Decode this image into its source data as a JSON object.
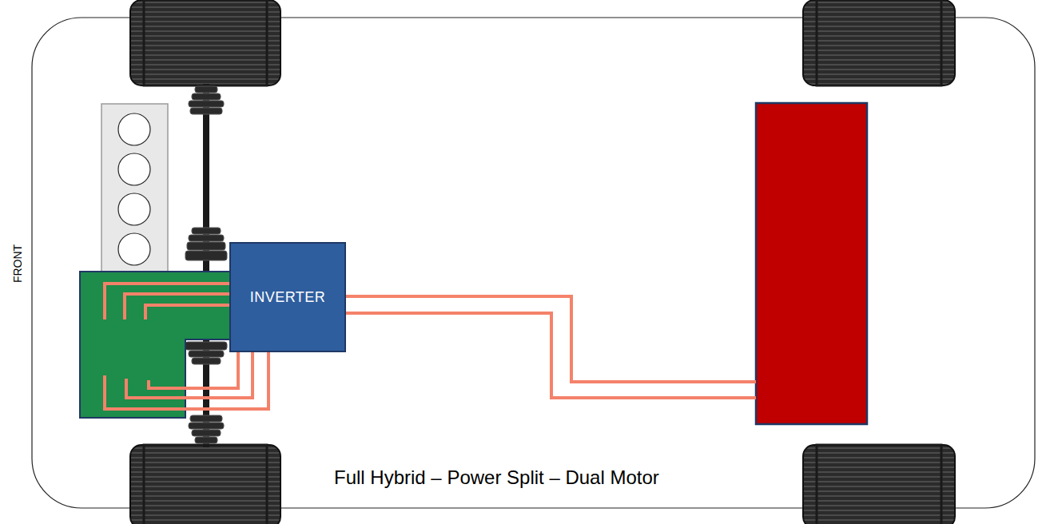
{
  "diagram": {
    "nodes": [
      {
        "text": [
          "INVERTER"
        ]
      }
    ],
    "labels": [
      "FRONT",
      "Full Hybrid – Power Split – Dual Motor"
    ]
  }
}
